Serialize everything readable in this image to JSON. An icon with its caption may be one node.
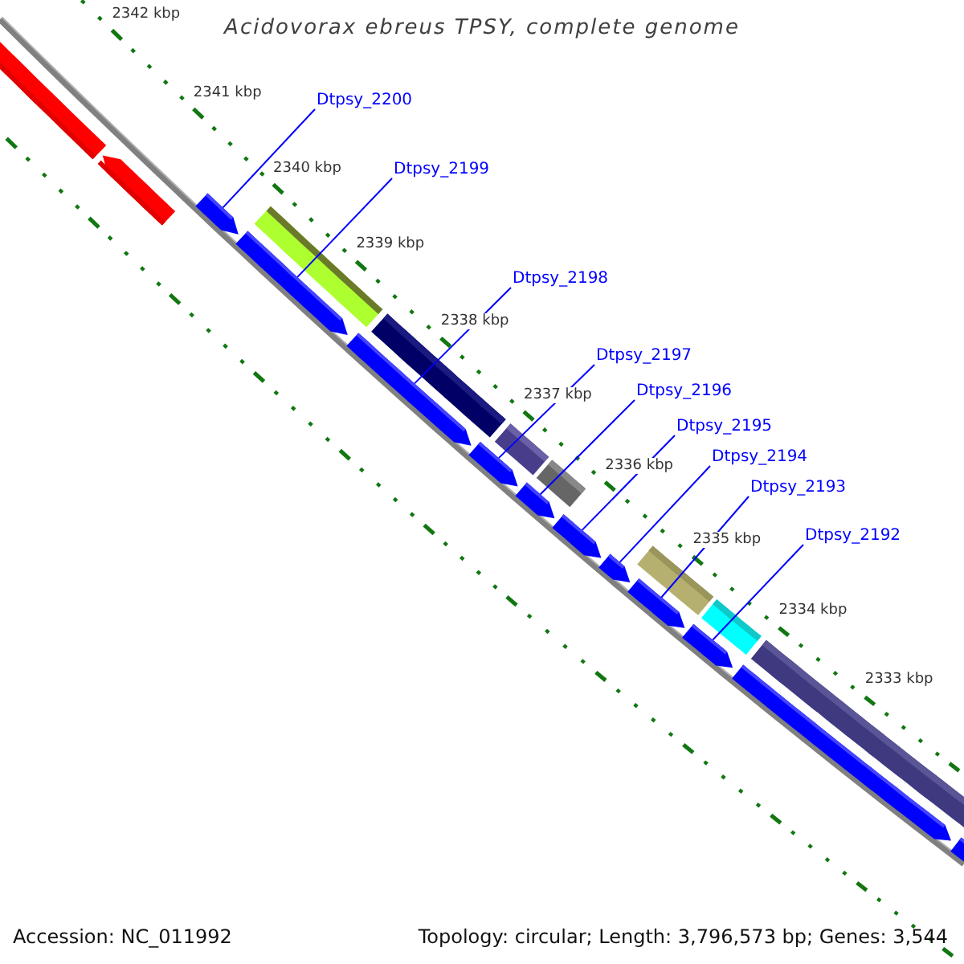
{
  "diagram": {
    "title": "Acidovorax ebreus TPSY, complete genome",
    "nodes": [
      {
        "text": [
          "Dtpsy_2200"
        ]
      },
      {
        "text": [
          "Dtpsy_2199"
        ]
      },
      {
        "text": [
          "Dtpsy_2198"
        ]
      },
      {
        "text": [
          "Dtpsy_2197"
        ]
      },
      {
        "text": [
          "Dtpsy_2196"
        ]
      },
      {
        "text": [
          "Dtpsy_2195"
        ]
      },
      {
        "text": [
          "Dtpsy_2194"
        ]
      },
      {
        "text": [
          "Dtpsy_2193"
        ]
      },
      {
        "text": [
          "Dtpsy_2192"
        ]
      },
      {
        "text": [],
        "shape": "arrow"
      },
      {
        "text": [],
        "shape": "arrow"
      },
      {
        "text": [],
        "shape": "arrow"
      },
      {
        "text": [],
        "shape": "arrow"
      },
      {
        "text": [],
        "shape": "arrow"
      },
      {
        "text": [],
        "shape": "arrow"
      },
      {
        "text": [],
        "shape": "arrow"
      },
      {
        "text": [],
        "shape": "arrow"
      },
      {
        "text": [],
        "shape": "arrow"
      }
    ],
    "edges": [
      {
        "from": 0,
        "to": 9,
        "arrow": "none"
      },
      {
        "from": 1,
        "to": 10,
        "arrow": "none"
      },
      {
        "from": 2,
        "to": 11,
        "arrow": "none"
      },
      {
        "from": 3,
        "to": 12,
        "arrow": "none"
      },
      {
        "from": 4,
        "to": 13,
        "arrow": "none"
      },
      {
        "from": 5,
        "to": 14,
        "arrow": "none"
      },
      {
        "from": 6,
        "to": 15,
        "arrow": "none"
      },
      {
        "from": 7,
        "to": 16,
        "arrow": "none"
      },
      {
        "from": 8,
        "to": 17,
        "arrow": "none"
      }
    ],
    "labels": [
      "2342 kbp",
      "2341 kbp",
      "2340 kbp",
      "2339 kbp",
      "2338 kbp",
      "2337 kbp",
      "2336 kbp",
      "2335 kbp",
      "2334 kbp",
      "2333 kbp",
      "Accession: NC_011992",
      "Topology: circular; Length: 3,796,573 bp; Genes: 3,544"
    ]
  }
}
